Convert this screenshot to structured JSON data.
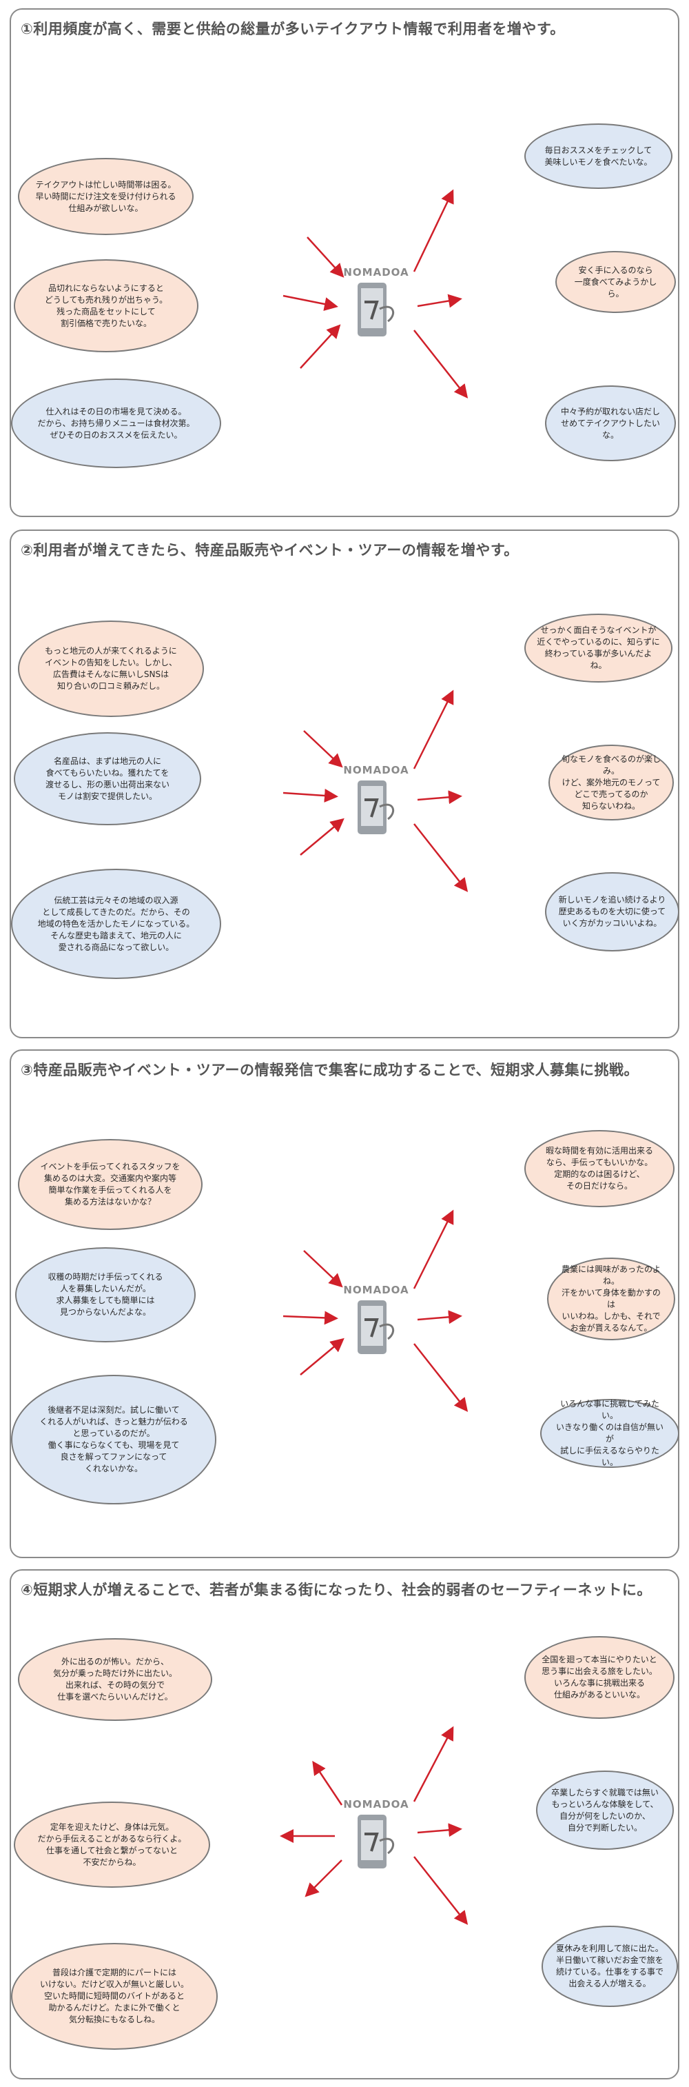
{
  "brand": "NOMADOA",
  "colors": {
    "arrow": "#d0202a",
    "bubble_pink": "#fbe3d6",
    "bubble_blue": "#dde7f4",
    "border": "#8a8a8a"
  },
  "sections": [
    {
      "title": "①利用頻度が高く、需要と供給の総量が多いテイクアウト情報で利用者を増やす。",
      "left": [
        "テイクアウトは忙しい時間帯は困る。\n早い時間にだけ注文を受け付けられる\n仕組みが欲しいな。",
        "品切れにならないようにすると\nどうしても売れ残りが出ちゃう。\n残った商品をセットにして\n割引価格で売りたいな。",
        "仕入れはその日の市場を見て決める。\nだから、お持ち帰りメニューは食材次第。\nぜひその日のおススメを伝えたい。"
      ],
      "right": [
        "毎日おススメをチェックして\n美味しいモノを食べたいな。",
        "安く手に入るのなら\n一度食べてみようかしら。",
        "中々予約が取れない店だし\nせめてテイクアウトしたいな。"
      ]
    },
    {
      "title": "②利用者が増えてきたら、特産品販売やイベント・ツアーの情報を増やす。",
      "left": [
        "もっと地元の人が来てくれるように\nイベントの告知をしたい。しかし、\n広告費はそんなに無いしSNSは\n知り合いの口コミ頼みだし。",
        "名産品は、まずは地元の人に\n食べてもらいたいね。獲れたてを\n渡せるし、形の悪い出荷出来ない\nモノは割安で提供したい。",
        "伝統工芸は元々その地域の収入源\nとして成長してきたのだ。だから、その\n地域の特色を活かしたモノになっている。\nそんな歴史も踏まえて、地元の人に\n愛される商品になって欲しい。"
      ],
      "right": [
        "せっかく面白そうなイベントが\n近くでやっているのに、知らずに\n終わっている事が多いんだよね。",
        "旬なモノを食べるのが楽しみ。\nけど、案外地元のモノって\nどこで売ってるのか\n知らないわね。",
        "新しいモノを追い続けるより\n歴史あるものを大切に使って\nいく方がカッコいいよね。"
      ]
    },
    {
      "title": "③特産品販売やイベント・ツアーの情報発信で集客に成功することで、短期求人募集に挑戦。",
      "left": [
        "イベントを手伝ってくれるスタッフを\n集めるのは大変。交通案内や案内等\n簡単な作業を手伝ってくれる人を\n集める方法はないかな？",
        "収穫の時期だけ手伝ってくれる\n人を募集したいんだが。\n求人募集をしても簡単には\n見つからないんだよな。",
        "後継者不足は深刻だ。試しに働いて\nくれる人がいれば、きっと魅力が伝わる\nと思っているのだが。\n働く事にならなくても、現場を見て\n良さを解ってファンになって\nくれないかな。"
      ],
      "right": [
        "暇な時間を有効に活用出来る\nなら、手伝ってもいいかな。\n定期的なのは困るけど、\nその日だけなら。",
        "農業には興味があったのよね。\n汗をかいて身体を動かすのは\nいいわね。しかも、それで\nお金が貰えるなんて。",
        "いろんな事に挑戦してみたい。\nいきなり働くのは自信が無いが\n試しに手伝えるならやりたい。"
      ]
    },
    {
      "title": "④短期求人が増えることで、若者が集まる街になったり、社会的弱者のセーフティーネットに。",
      "left": [
        "外に出るのが怖い。だから、\n気分が乗った時だけ外に出たい。\n出来れば、その時の気分で\n仕事を選べたらいいんだけど。",
        "定年を迎えたけど、身体は元気。\nだから手伝えることがあるなら行くよ。\n仕事を通して社会と繋がってないと\n不安だからね。",
        "普段は介護で定期的にパートには\nいけない。だけど収入が無いと厳しい。\n空いた時間に短時間のバイトがあると\n助かるんだけど。たまに外で働くと\n気分転換にもなるしね。"
      ],
      "right": [
        "全国を廻って本当にやりたいと\n思う事に出会える旅をしたい。\nいろんな事に挑戦出来る\n仕組みがあるといいな。",
        "卒業したらすぐ就職では無い\nもっといろんな体験をして、\n自分が何をしたいのか、\n自分で判断したい。",
        "夏休みを利用して旅に出た。\n半日働いて稼いだお金で旅を\n続けている。仕事をする事で\n出会える人が増える。"
      ]
    }
  ]
}
